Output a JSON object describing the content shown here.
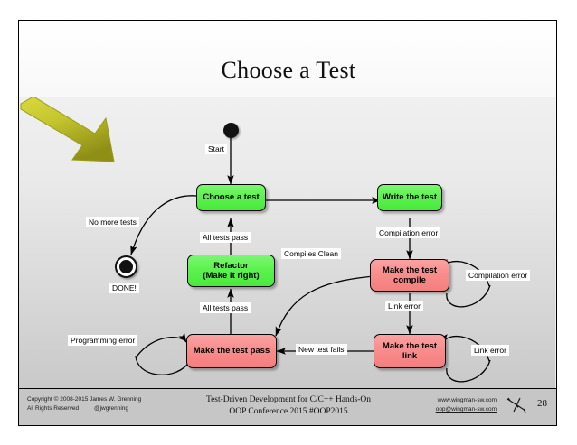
{
  "slide": {
    "title": "Choose a Test",
    "page_number": "28"
  },
  "diagram": {
    "start_label": "Start",
    "end_label": "DONE!",
    "nodes": [
      {
        "id": "choose",
        "label": "Choose a test",
        "color": "green"
      },
      {
        "id": "write",
        "label": "Write the test",
        "color": "green"
      },
      {
        "id": "refactor",
        "label_line1": "Refactor",
        "label_line2": "(Make it right)",
        "color": "green"
      },
      {
        "id": "compile",
        "label_line1": "Make the test",
        "label_line2": "compile",
        "color": "red"
      },
      {
        "id": "link",
        "label_line1": "Make the test",
        "label_line2": "link",
        "color": "red"
      },
      {
        "id": "pass",
        "label": "Make the test pass",
        "color": "red"
      }
    ],
    "edge_labels": {
      "no_more_tests": "No more tests",
      "all_tests_pass_top": "All tests pass",
      "all_tests_pass_bottom": "All tests pass",
      "compiles_clean": "Compiles Clean",
      "compilation_error_down": "Compilation error",
      "compilation_error_loop": "Compilation error",
      "link_error_down": "Link error",
      "link_error_loop": "Link error",
      "new_test_fails": "New test fails",
      "programming_error": "Programming error"
    },
    "colors": {
      "green_node": "#5cf24f",
      "red_node": "#f98d8d",
      "callout_arrow": "#c8c832"
    }
  },
  "footer": {
    "copyright_line1": "Copyright © 2008-2015 James W. Grenning",
    "copyright_line2_a": "All Rights Reserved",
    "copyright_line2_b": "@jwgrenning",
    "center_line1": "Test-Driven Development for C/C++ Hands-On",
    "center_line2": "OOP Conference 2015 #OOP2015",
    "website": "www.wingman-sw.com",
    "email": "oop@wingman-sw.com"
  }
}
